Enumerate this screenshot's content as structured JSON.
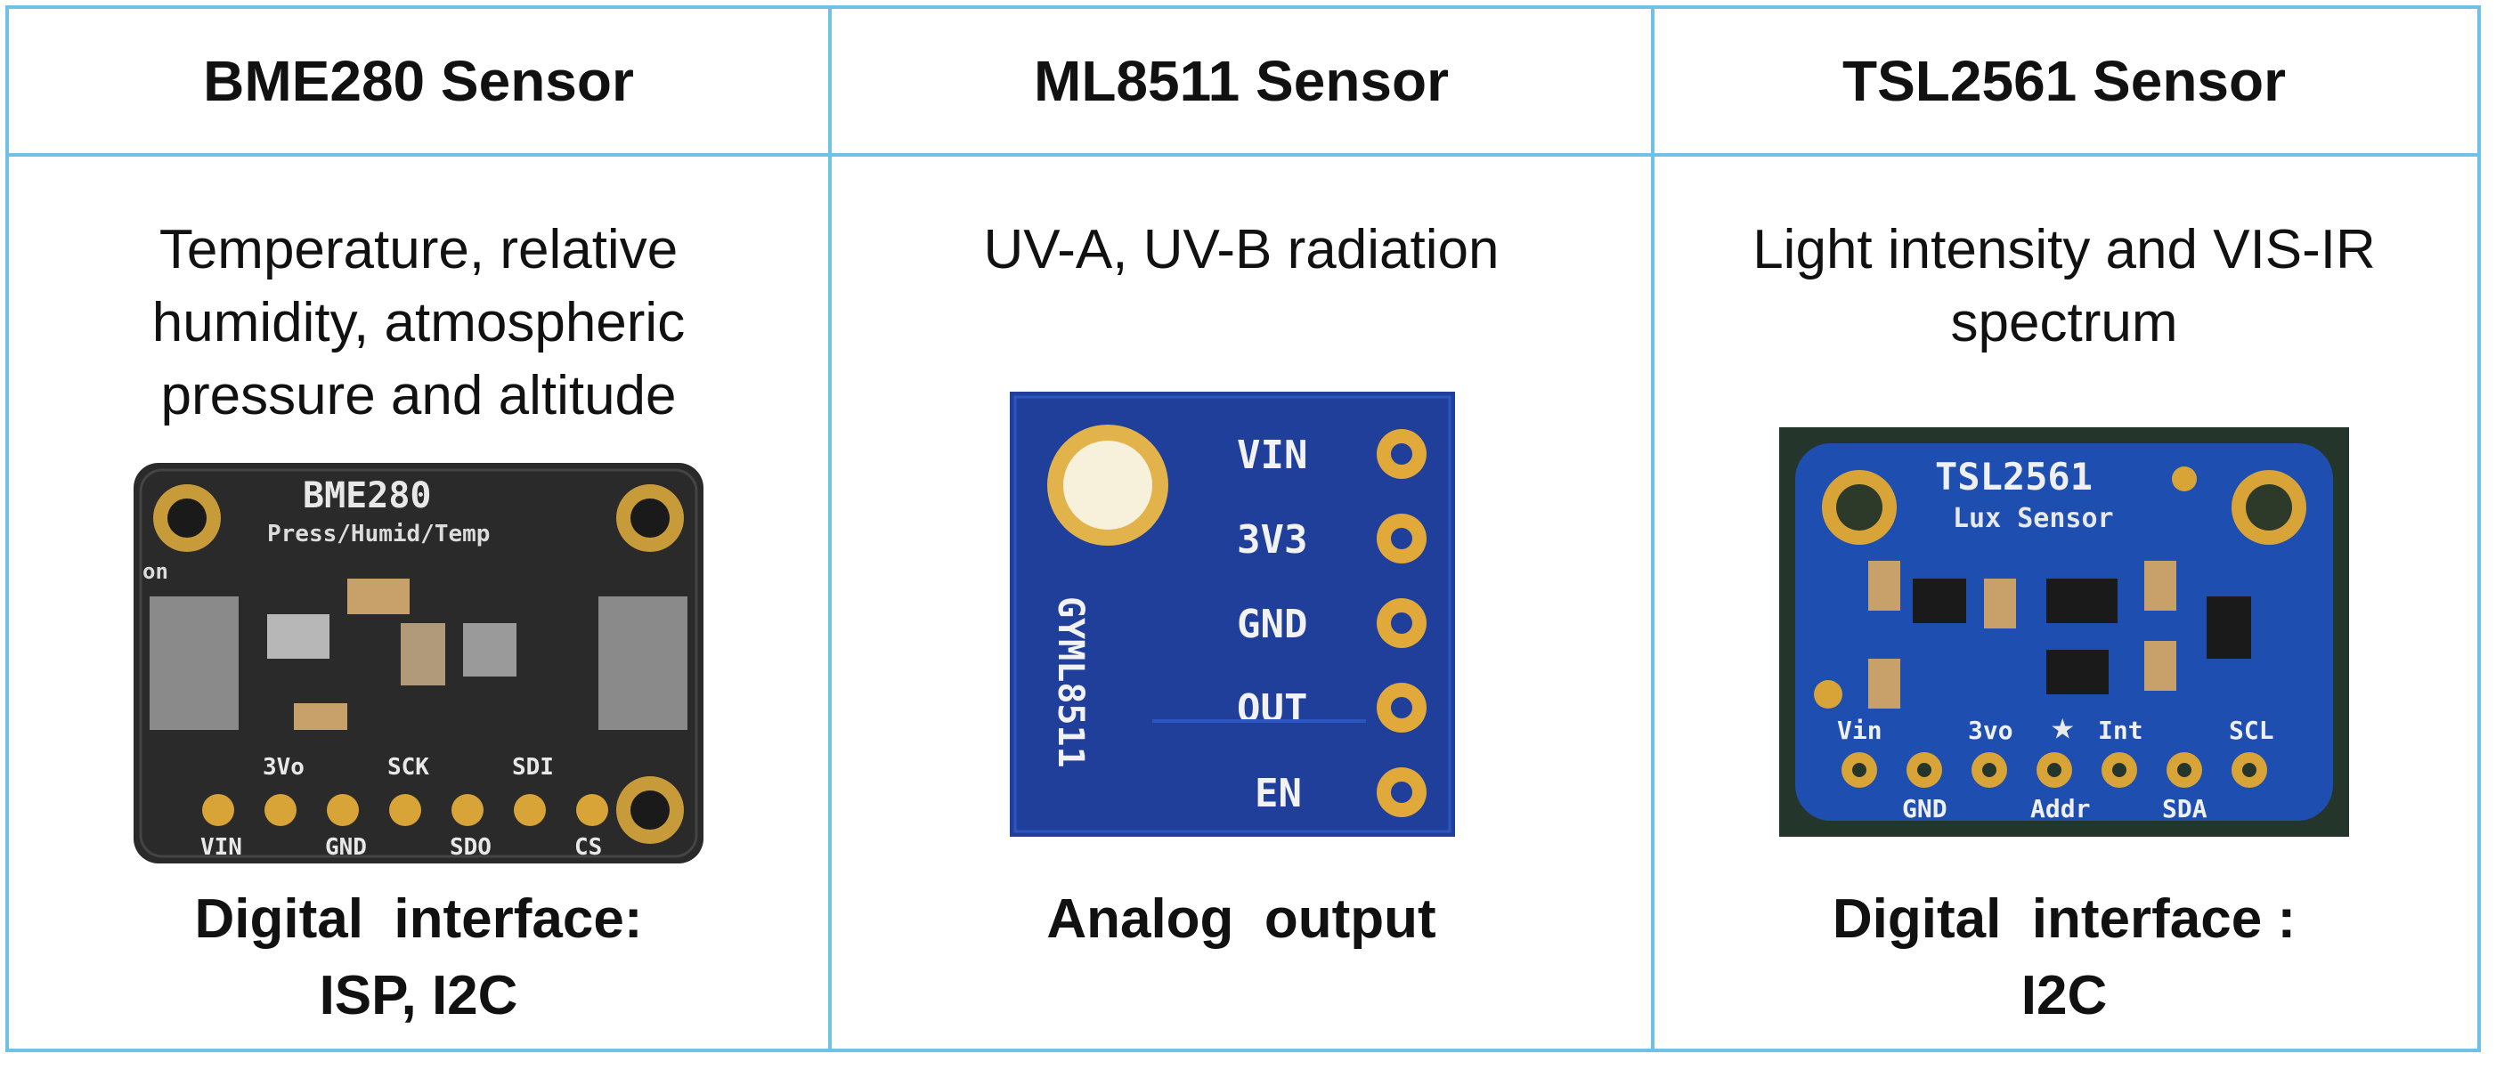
{
  "columns": [
    {
      "title": "BME280 Sensor",
      "description": [
        "Temperature, relative",
        "humidity, atmospheric",
        "pressure and altitude"
      ],
      "interface": [
        "Digital  interface:",
        "ISP, I2C"
      ],
      "board": {
        "name": "BME280",
        "subtitle": "Press/Humid/Temp",
        "top_pins": [
          "3Vo",
          "SCK",
          "SDI"
        ],
        "bottom_pins": [
          "VIN",
          "GND",
          "SDO",
          "CS"
        ],
        "side_label": "on",
        "color": "#2a2a2a"
      }
    },
    {
      "title": "ML8511 Sensor",
      "description": [
        "UV-A, UV-B radiation"
      ],
      "interface": [
        "Analog  output"
      ],
      "board": {
        "name": "GYML8511",
        "pins": [
          "VIN",
          "3V3",
          "GND",
          "OUT",
          "EN"
        ],
        "color": "#1f3f9a"
      }
    },
    {
      "title": "TSL2561 Sensor",
      "description": [
        "Light intensity and VIS-IR",
        "spectrum"
      ],
      "interface": [
        "Digital  interface :",
        "I2C"
      ],
      "board": {
        "name": "TSL2561",
        "subtitle": "Lux Sensor",
        "top_pins": [
          "Vin",
          "3vo",
          "Int",
          "SCL"
        ],
        "bottom_pins": [
          "GND",
          "Addr",
          "SDA"
        ],
        "color": "#1e4fb0"
      }
    }
  ],
  "colors": {
    "border": "#6fc2e6",
    "pad": "#d9a437"
  }
}
